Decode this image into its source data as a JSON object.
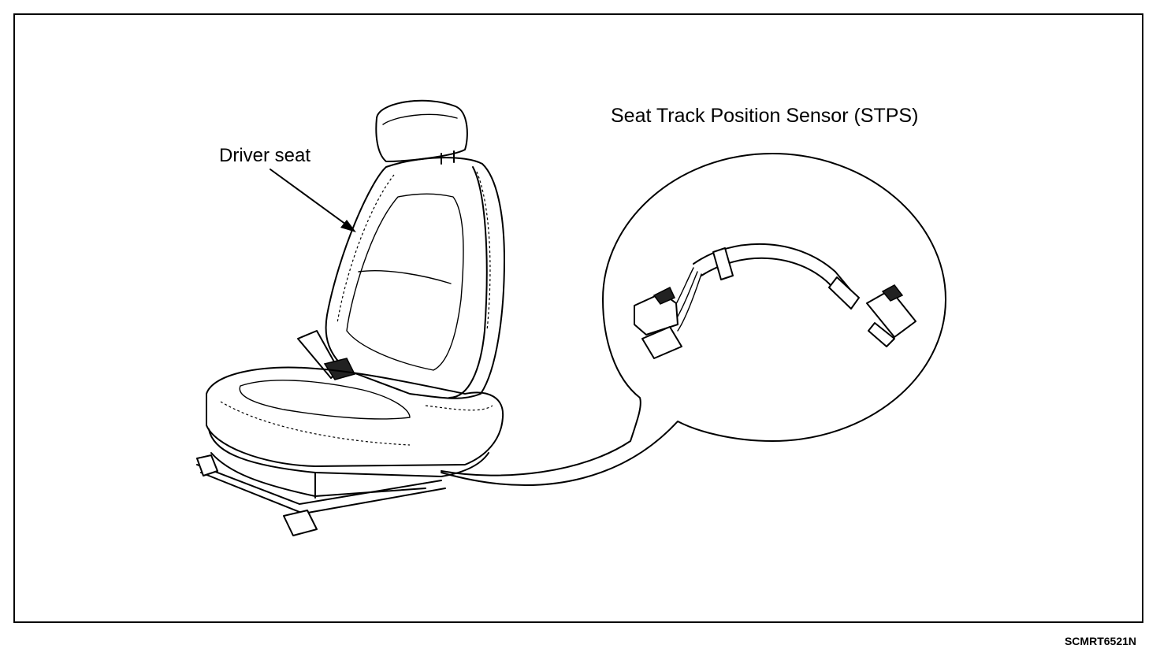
{
  "labels": {
    "seat": "Driver seat",
    "sensor": "Seat Track Position Sensor (STPS)",
    "figure_code": "SCMRT6521N"
  },
  "icons": [
    "driver-seat-illustration",
    "stps-sensor-illustration",
    "callout-arrow"
  ]
}
